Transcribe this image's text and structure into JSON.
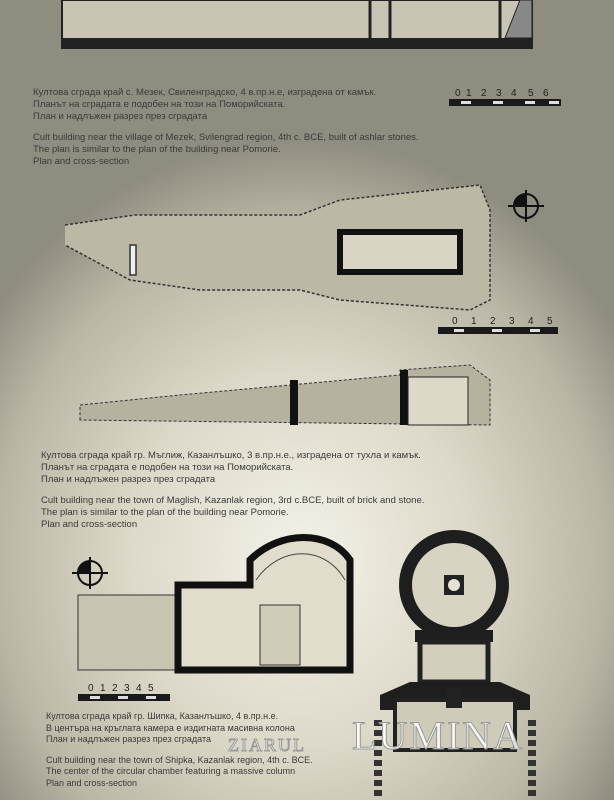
{
  "section1": {
    "bg_lines": [
      "Култова сграда край с. Мезек, Свиленградско, 4 в.пр.н.е, изградена от камък.",
      "Планът на сградата е подобен на този на Поморийската.",
      "План и надлъжен разрез през сградата"
    ],
    "en_lines": [
      "Cult building near the village of Mezek, Svilengrad region, 4th c. BCE, built of ashlar stones.",
      "The plan is similar to the plan of the building near Pomorie.",
      "Plan and cross-section"
    ],
    "scale_labels": [
      "0",
      "1",
      "2",
      "3",
      "4",
      "5",
      "6"
    ]
  },
  "section2": {
    "scale_labels": [
      "0",
      "1",
      "2",
      "3",
      "4",
      "5"
    ],
    "bg_lines": [
      "Култова сграда край гр. Мъглиж, Казанлъшко, 3 в.пр.н.е., изградена от тухла и камък.",
      "Планът на сградата е подобен на този на Поморийската.",
      "План и надлъжен разрез през сградата"
    ],
    "en_lines": [
      "Cult building near the town of Maglish, Kazanlak region, 3rd c.BCE, built of brick and stone.",
      "The plan is similar to the plan of the building near Pomorie.",
      "Plan and cross-section"
    ]
  },
  "section3": {
    "scale_labels": [
      "0",
      "1",
      "2",
      "3",
      "4",
      "5"
    ],
    "bg_lines": [
      "Култова сграда край гр. Шипка, Казанлъшко, 4 в.пр.н.е.",
      "В центъра на кръглата камера е издигната масивна колона",
      "План и надлъжен разрез през сградата"
    ],
    "en_lines": [
      "Cult building near the town of Shipka, Kazanlak region, 4th c. BCE.",
      "The center of the circular chamber featuring a massive column",
      "Plan and cross-section"
    ]
  },
  "watermark": {
    "left": "ZIARUL",
    "right": "LUMINA"
  }
}
